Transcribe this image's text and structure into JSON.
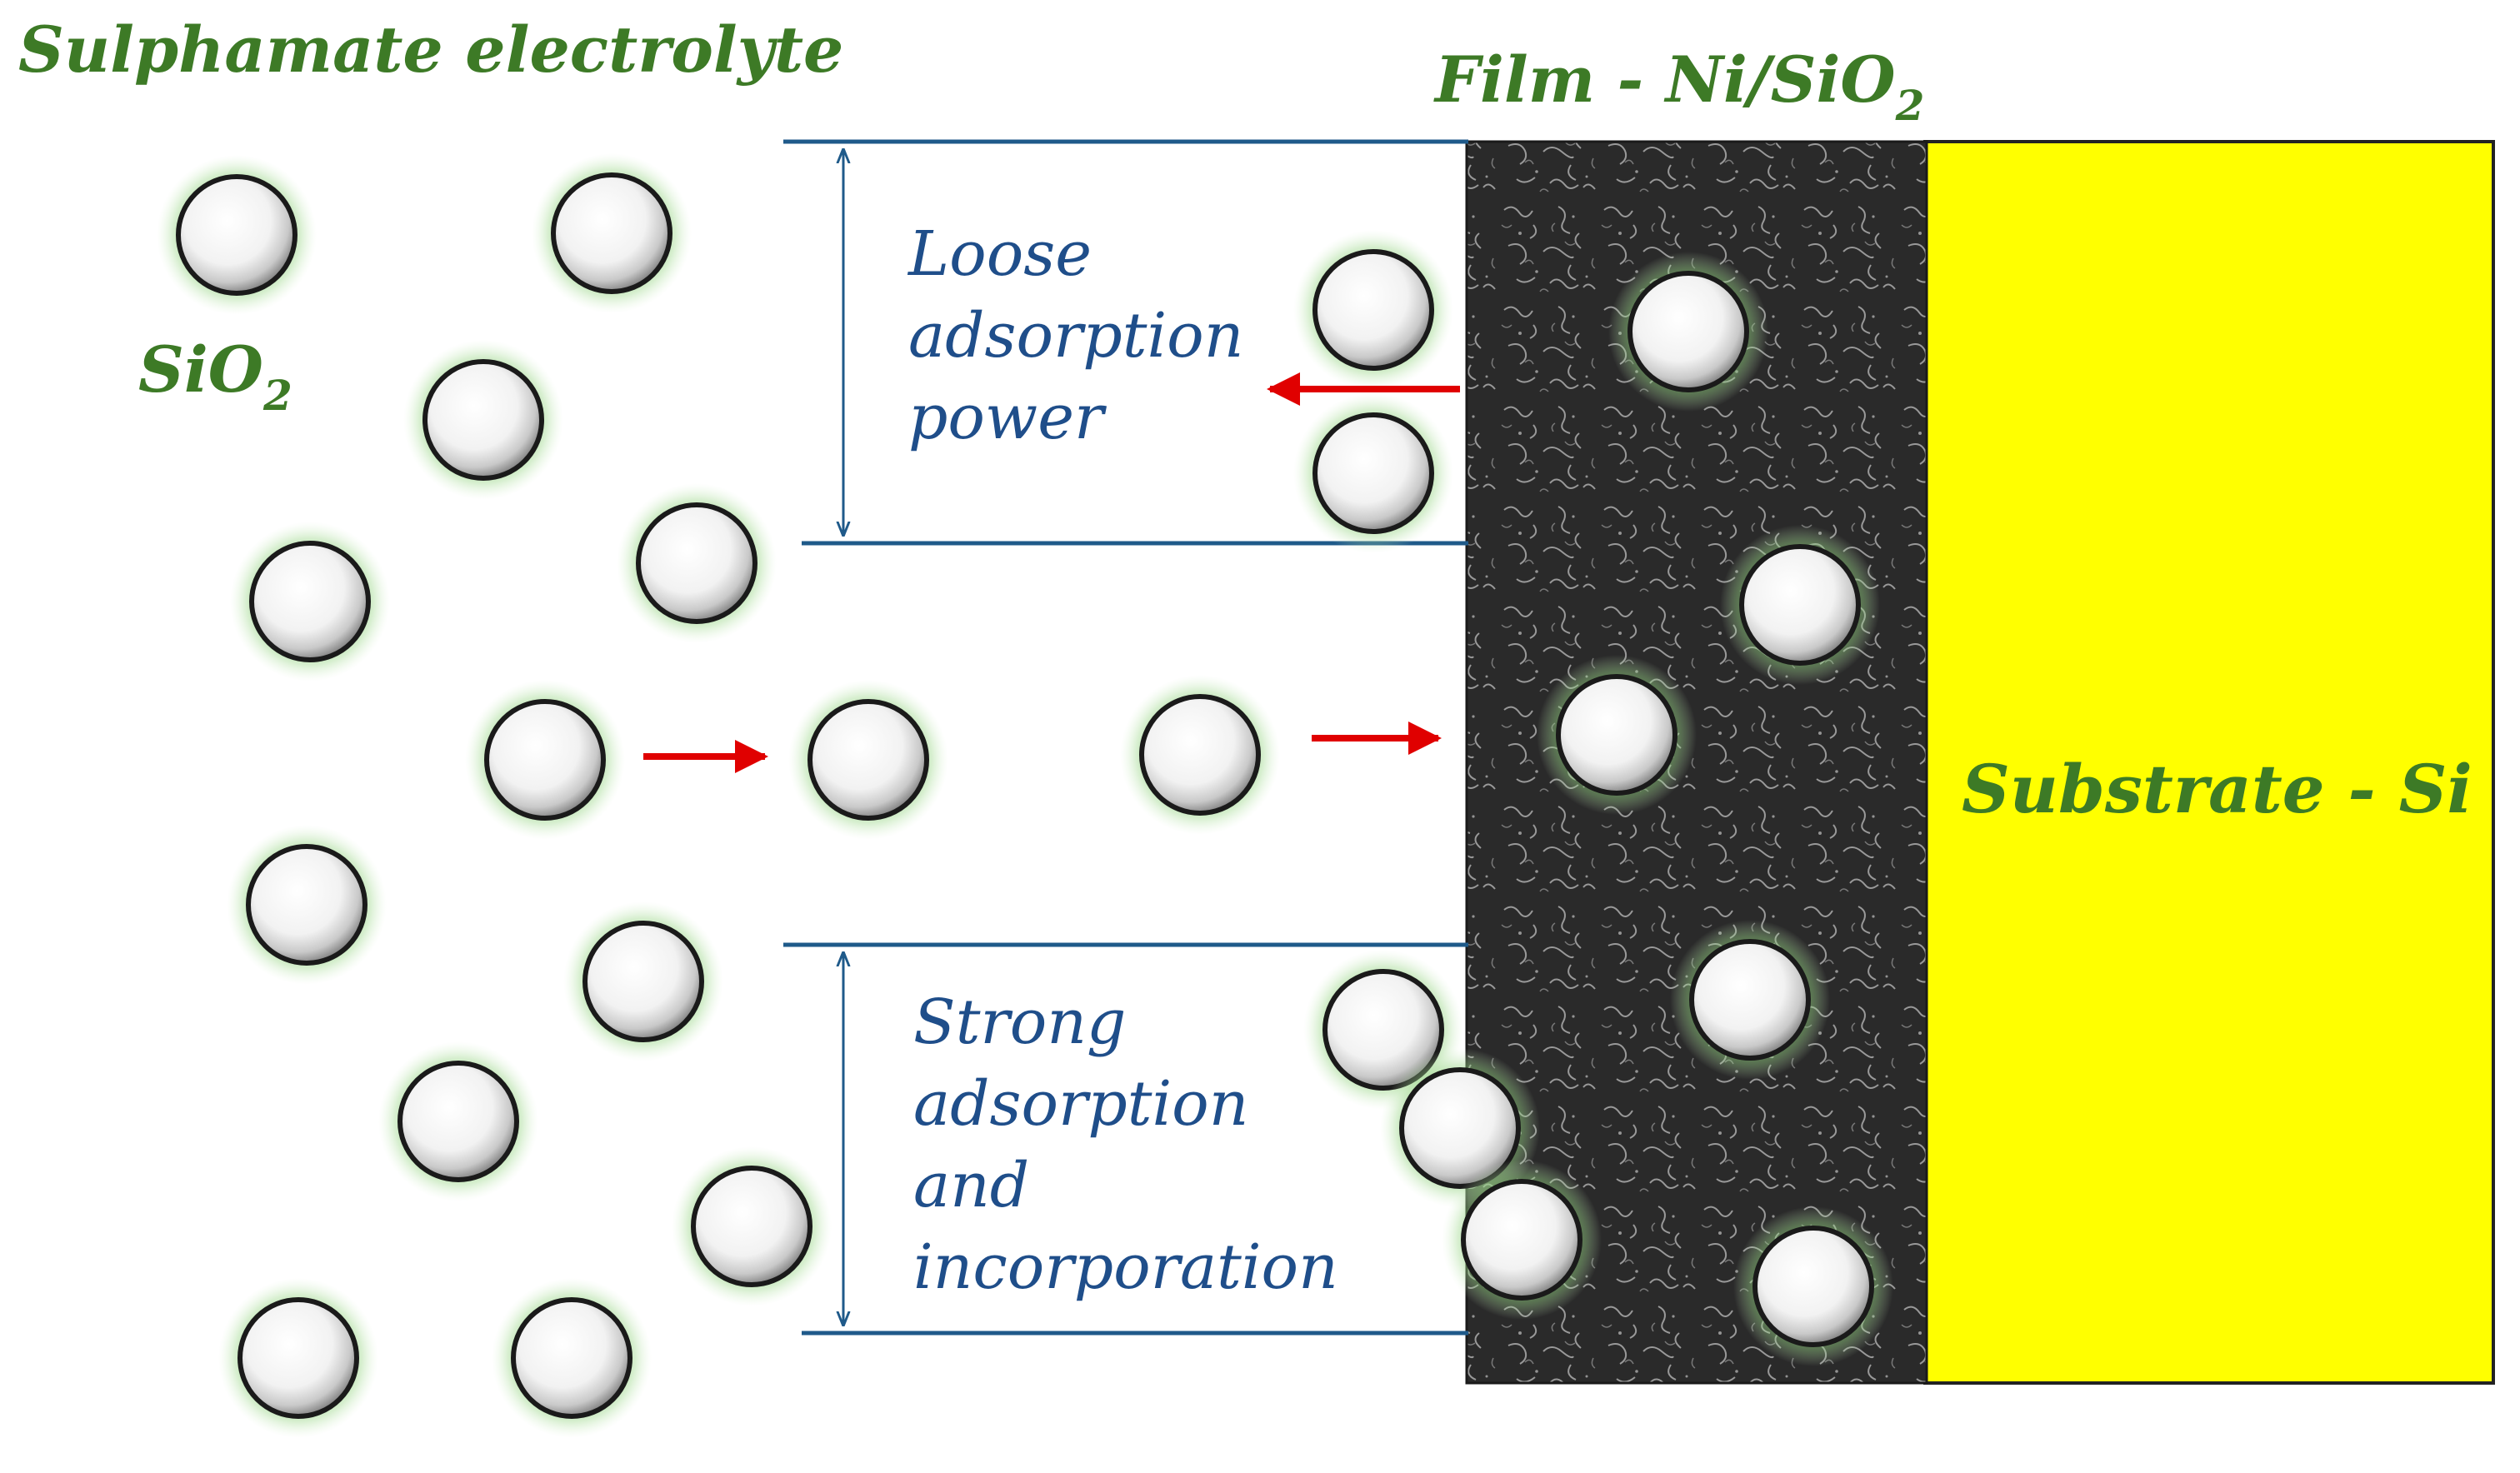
{
  "title": "Sulphamate electrolyte",
  "particle_label": "SiO",
  "particle_label_sub": "2",
  "film_label": "Film - Ni/SiO",
  "film_label_sub": "2",
  "substrate_label": "Substrate - Si",
  "loose_zone": {
    "lines": [
      "Loose",
      "adsorption",
      "power"
    ]
  },
  "strong_zone": {
    "lines": [
      "Strong",
      "adsorption",
      "and",
      "incorporation"
    ]
  },
  "colors": {
    "label_green": "#3d7a26",
    "label_blue": "#1f4e8a",
    "substrate": "#ffff00",
    "film": "#2b2b2b",
    "arrow": "#e00000",
    "glow": "#7fc46a",
    "bracket": "#1f5a8a"
  }
}
